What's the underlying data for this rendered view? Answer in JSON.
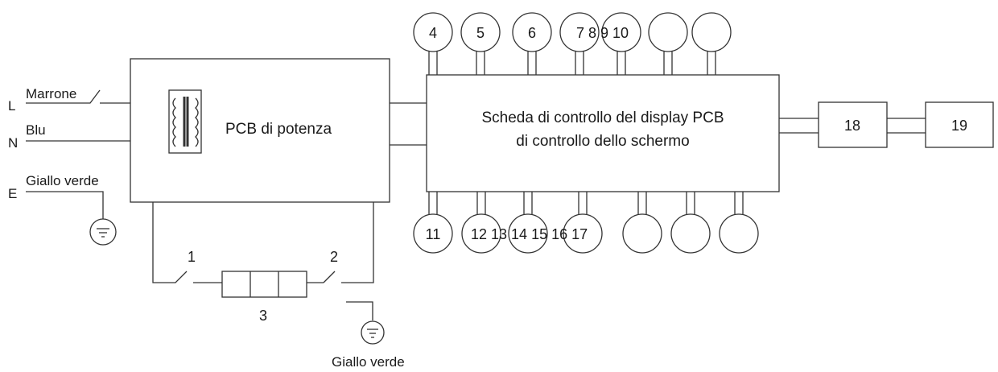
{
  "wires": {
    "L": "L",
    "N": "N",
    "E": "E",
    "marrone": "Marrone",
    "blu": "Blu",
    "giallo_verde_top": "Giallo verde",
    "giallo_verde_bottom": "Giallo verde"
  },
  "power_pcb": {
    "label": "PCB di potenza"
  },
  "control_board": {
    "line1": "Scheda di controllo del display PCB",
    "line2": "di controllo dello schermo"
  },
  "components": {
    "c1": "1",
    "c2": "2",
    "c3": "3",
    "c18": "18",
    "c19": "19"
  },
  "top_circles": [
    "4",
    "5",
    "6",
    "7 8 9 10",
    "",
    "",
    ""
  ],
  "bottom_circles": [
    "11",
    "12 13 14 15 16 17",
    "",
    "",
    "",
    "",
    ""
  ]
}
